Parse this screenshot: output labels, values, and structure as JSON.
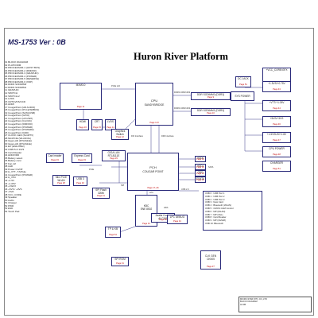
{
  "model": "MS-1753 Ver : 0B",
  "platform": "Huron River Platform",
  "toc": [
    "01 BLOCK DIAGRAM",
    "02 PLATFORM",
    "03 PROCESSOR-1 (HOST BUS)",
    "04 PROCESSOR-2 (DMI/FDI)",
    "05 PROCESSOR-3 (GRAPHIC)",
    "06 PROCESSOR-4 (POWER)",
    "07 PROCESSOR-5 (RESERVE)",
    "08 PROCESSOR-6 (XDP)",
    "09 DDR3 SODIMM0",
    "10 DDR3 SODIMM1",
    "11 GRAPHIC",
    "12 SWITCH",
    "13 SWITCH-2",
    "14 LVDS",
    "15 CRT/LVDS/CCD",
    "16 HDMI",
    "17 CougarPoint (HD AUDIO)",
    "18 CougarPoint (PCI-E/SMBUS)",
    "19 CougarPoint (SATA/USB)",
    "20 CougarPoint (GPIO)",
    "21 CougarPoint (LPC/SPI)",
    "22 CougarPoint (CLOCK)",
    "23 CougarPoint (DMI/FDI)",
    "24 CougarPoint (POWER)",
    "25 CougarPoint (POWER2)",
    "26 CougarPoint (GND)",
    "27 CLOCK GEN (SLG8TV)",
    "28 MiniPCIE (WLAN/3G)",
    "29 Giga LAN (RTL8111E)",
    "30 Giga LAN (RTL8111E)",
    "31 EC (ENE 8502)",
    "32 USB Port 1/2/3",
    "33 Card Reader",
    "34 HDD/ODD",
    "35 Battery select",
    "36 Battery conn",
    "37 Fan ctrl",
    "38 LED",
    "39 Power On/Off",
    "40 H_VTT_TJVRule",
    "41 CougarPoint (POWER)",
    "42 H_VCC",
    "43 +1.5V",
    "44 +1.05V",
    "45 +VGFX",
    "46 +5VS / +3VS",
    "47 +5VA",
    "48 VCC_CORE",
    "49 Speaker",
    "50 Audio",
    "51 Charger",
    "52 PWR",
    "53 ESD",
    "54 Touch Pad"
  ],
  "blocks": {
    "mxm": {
      "name": "MXM3.0",
      "page": "Page 11"
    },
    "cpu": {
      "line1": "CPU",
      "line2": "SANDYBRIDGE",
      "page": "Page 3~8"
    },
    "ddr0": {
      "name": "DDR SODIMM0 (DDR3)",
      "page": "Page 9"
    },
    "ddr1": {
      "name": "DDR SODIMM1 (DDR3)",
      "page": "Page 10"
    },
    "hdmi": {
      "name": "HDMI",
      "page": "Page 16"
    },
    "crt": {
      "name": "CRT",
      "page": "Page 15"
    },
    "lvds": {
      "name": "LVDS",
      "page": "Page 14"
    },
    "gswitch": {
      "name": "Graphics Switch",
      "page": "Page 12"
    },
    "pch": {
      "line1": "PCH",
      "line2": "COUGAR POINT",
      "page": "Page 17~26"
    },
    "cardreader": {
      "name": "Card reader",
      "page": "Page 33"
    },
    "expresscard": {
      "name": "Express Card",
      "page": "Page 33"
    },
    "gigalan": {
      "name": "GIGA LAN RTL8111E",
      "page": "Page 29"
    },
    "minipcie": {
      "name": "Mini PCIE WLAN",
      "page": "Page 28"
    },
    "usb3": {
      "name": "USB 3",
      "page": "Page 32"
    },
    "spiflash": {
      "name": "SPI Flash 32Mb",
      "page": "Page 21"
    },
    "sata_hdd": {
      "name": "HDD0",
      "page": "Page 34"
    },
    "sata_hdd1": {
      "name": "HDD1",
      "page": "Page 34"
    },
    "sata_odd": {
      "name": "ODD",
      "page": "Page 34"
    },
    "esata": {
      "name": "ESATA",
      "page": "Page 34"
    },
    "audio": {
      "name": "Azalia Codec ALC269",
      "page": "Page 50"
    },
    "ec": {
      "line1": "KBC",
      "line2": "ENE 8502",
      "page": "Page 31"
    },
    "tpkb": {
      "name": "TP & KB",
      "page": "Page 54"
    },
    "spirom": {
      "name": "SPI ROM",
      "page": "Page 31"
    },
    "lpcdebug": {
      "name": "LPC DEBUG",
      "page": "Page 31"
    },
    "clockgen": {
      "line1": "CLK GEN",
      "line2": "CK505",
      "page": "Page 27"
    },
    "dcjack": {
      "name": "DC JACK",
      "page": "Page 51"
    },
    "syspower": {
      "name": "SYS POWER",
      "page": ""
    },
    "vcore": {
      "name": "+VCC_CORE/GFX",
      "page": "Page 48"
    },
    "v15": {
      "name": "+1.5VS/+0.75V",
      "page": "Page 43"
    },
    "vtt": {
      "name": "+VTT/+1.05V",
      "page": "Page 44"
    },
    "v5v3": {
      "name": "+5VS/+3VS",
      "page": "Page 46"
    },
    "vcpu": {
      "name": "+1.5VSUS/+1.8V",
      "page": "Page 47"
    },
    "cpupower": {
      "name": "CPU POWER",
      "page": "Page 48"
    },
    "charger": {
      "name": "CHARGER",
      "page": "Page 51"
    }
  },
  "buses": {
    "pcie_gfx": "PCIE x16",
    "ddr_a": "DDR3 1066/1333",
    "ddr_b": "DDR3 1066/1333",
    "fdi": "FDI Interface",
    "dmi": "DMI Interface",
    "sata": "SATA",
    "usb": "USB 2.0",
    "lpc": "LPC",
    "spi": "SPI",
    "pcie": "PCIE",
    "hda": "HDA"
  },
  "usb_list": [
    "USB 0 : USB Port 1",
    "USB 1 : USB Port 2",
    "USB 2 : USB Port 3",
    "USB 3 : New Card",
    "USB 4 : Bluetooth (WLAN)",
    "USB 5 : CMOS CAM Control",
    "USB 6 : MP (WLAN)",
    "USB 7 : MP (3GL)",
    "USB 8 : Card Reader",
    "USB 9 : MP (3GSIM)",
    "USB 10: Bluetooth"
  ],
  "title_block": {
    "company": "MICRO-STAR INT'L CO.,LTD",
    "doc": "BLOCK DIAGRAM",
    "size": "A3",
    "rev": "0B"
  }
}
